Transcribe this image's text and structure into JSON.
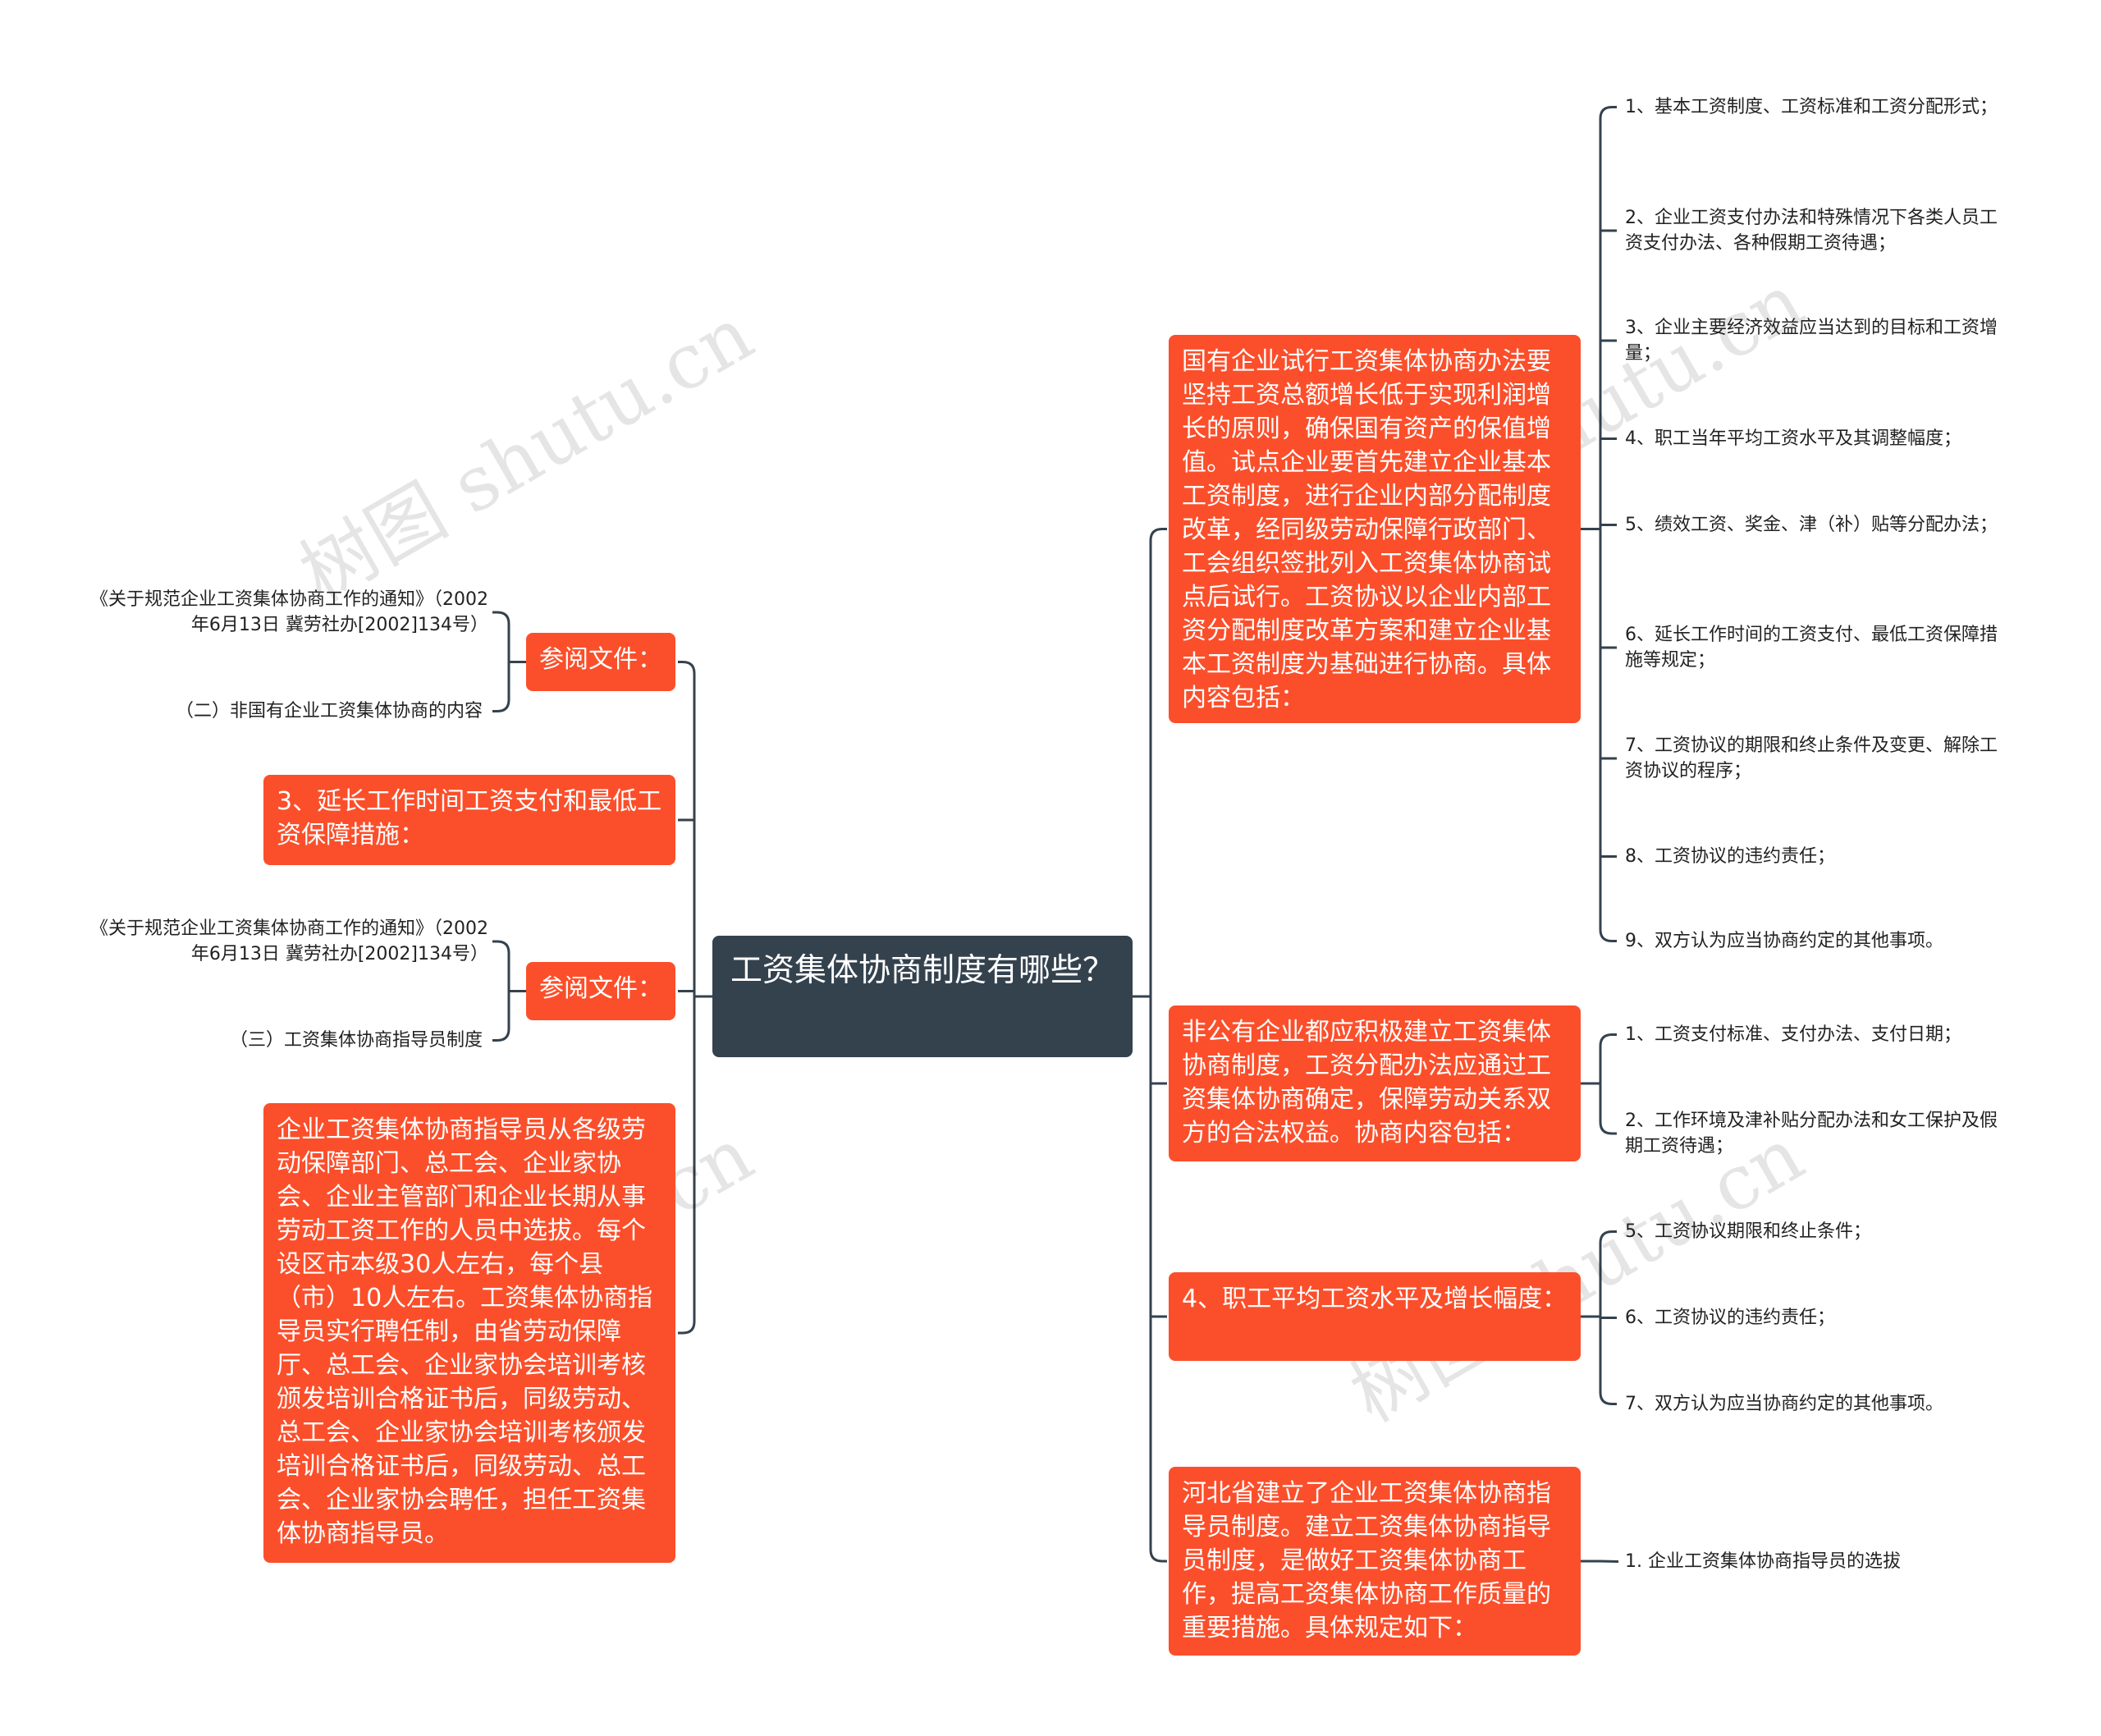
{
  "root": {
    "title": "工资集体协商制度有哪些？"
  },
  "left_branches": [
    {
      "text": "参阅文件：",
      "leaves": [
        "《关于规范企业工资集体协商工作的通知》（2002年6月13日 冀劳社办[2002]134号）",
        "（二）非国有企业工资集体协商的内容"
      ]
    },
    {
      "text": "3、延长工作时间工资支付和最低工资保障措施：",
      "leaves": []
    },
    {
      "text": "参阅文件：",
      "leaves": [
        "《关于规范企业工资集体协商工作的通知》（2002年6月13日 冀劳社办[2002]134号）",
        "（三）工资集体协商指导员制度"
      ]
    },
    {
      "text": "企业工资集体协商指导员从各级劳动保障部门、总工会、企业家协会、企业主管部门和企业长期从事劳动工资工作的人员中选拔。每个设区市本级30人左右，每个县（市）10人左右。工资集体协商指导员实行聘任制，由省劳动保障厅、总工会、企业家协会培训考核颁发培训合格证书后，同级劳动、总工会、企业家协会培训考核颁发培训合格证书后，同级劳动、总工会、企业家协会聘任，担任工资集体协商指导员。",
      "leaves": []
    }
  ],
  "right_branches": [
    {
      "text": "国有企业试行工资集体协商办法要坚持工资总额增长低于实现利润增长的原则，确保国有资产的保值增值。试点企业要首先建立企业基本工资制度，进行企业内部分配制度改革，经同级劳动保障行政部门、工会组织签批列入工资集体协商试点后试行。工资协议以企业内部工资分配制度改革方案和建立企业基本工资制度为基础进行协商。具体内容包括：",
      "leaves": [
        "1、基本工资制度、工资标准和工资分配形式；",
        "2、企业工资支付办法和特殊情况下各类人员工资支付办法、各种假期工资待遇；",
        "3、企业主要经济效益应当达到的目标和工资增量；",
        "4、职工当年平均工资水平及其调整幅度；",
        "5、绩效工资、奖金、津（补）贴等分配办法；",
        "6、延长工作时间的工资支付、最低工资保障措施等规定；",
        "7、工资协议的期限和终止条件及变更、解除工资协议的程序；",
        "8、工资协议的违约责任；",
        "9、双方认为应当协商约定的其他事项。"
      ]
    },
    {
      "text": "非公有企业都应积极建立工资集体协商制度，工资分配办法应通过工资集体协商确定，保障劳动关系双方的合法权益。协商内容包括：",
      "leaves": [
        "1、工资支付标准、支付办法、支付日期；",
        "2、工作环境及津补贴分配办法和女工保护及假期工资待遇；"
      ]
    },
    {
      "text": "4、职工平均工资水平及增长幅度：",
      "leaves": [
        "5、工资协议期限和终止条件；",
        "6、工资协议的违约责任；",
        "7、双方认为应当协商约定的其他事项。"
      ]
    },
    {
      "text": "河北省建立了企业工资集体协商指导员制度。建立工资集体协商指导员制度，是做好工资集体协商工作，提高工资集体协商工作质量的重要措施。具体规定如下：",
      "leaves": [
        "1. 企业工资集体协商指导员的选拔"
      ]
    }
  ],
  "watermark": "树图 shutu.cn",
  "colors": {
    "node": "#fb4f2b",
    "root": "#34424e",
    "line": "#34424e"
  }
}
